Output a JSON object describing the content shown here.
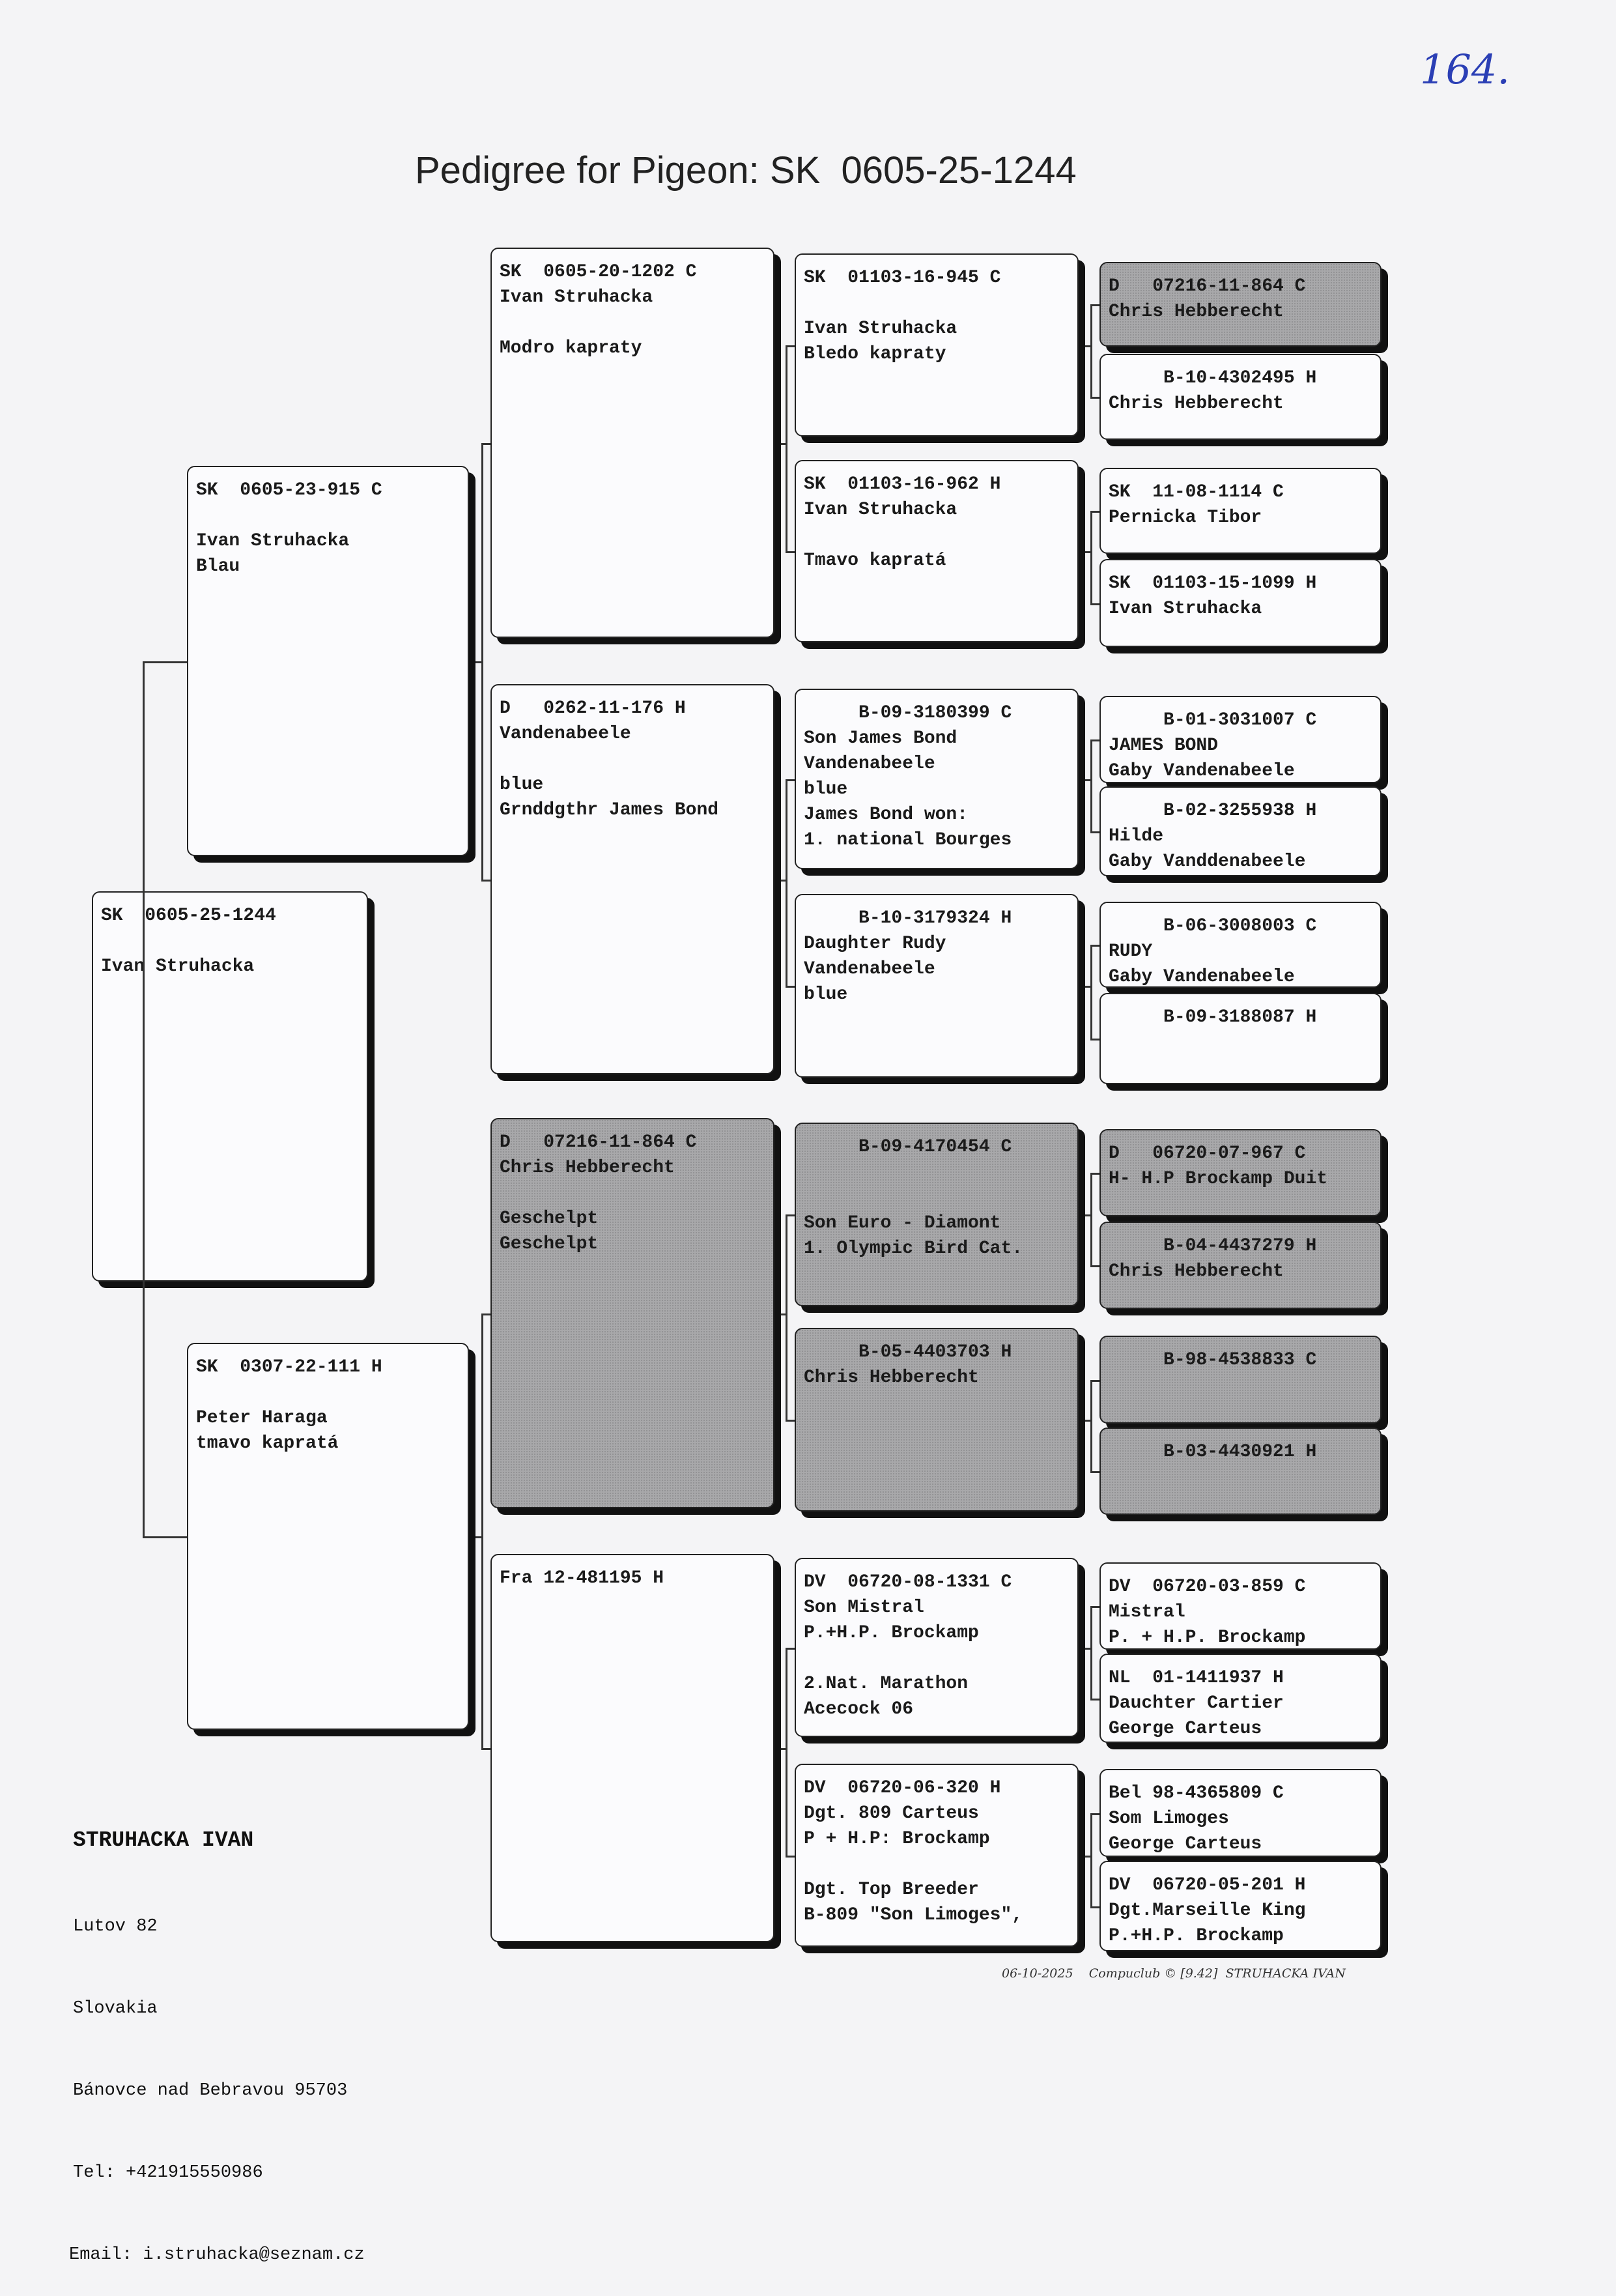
{
  "handwritten_number": "164.",
  "title": "Pedigree for Pigeon: SK  0605-25-1244",
  "generations": {
    "gen1": [
      {
        "lines": [
          "SK  0605-25-1244",
          "",
          "Ivan Struhacka"
        ],
        "shaded": false
      }
    ],
    "gen2": [
      {
        "lines": [
          "SK  0605-23-915 C",
          "",
          "Ivan Struhacka",
          "Blau"
        ],
        "shaded": false
      },
      {
        "lines": [
          "SK  0307-22-111 H",
          "",
          "Peter Haraga",
          "tmavo kapratá"
        ],
        "shaded": false
      }
    ],
    "gen3": [
      {
        "lines": [
          "SK  0605-20-1202 C",
          "Ivan Struhacka",
          "",
          "Modro kapraty"
        ],
        "shaded": false
      },
      {
        "lines": [
          "D   0262-11-176 H",
          "Vandenabeele",
          "",
          "blue",
          "Grnddgthr James Bond"
        ],
        "shaded": false
      },
      {
        "lines": [
          "D   07216-11-864 C",
          "Chris Hebberecht",
          "",
          "Geschelpt",
          "Geschelpt"
        ],
        "shaded": true
      },
      {
        "lines": [
          "Fra 12-481195 H"
        ],
        "shaded": false
      }
    ],
    "gen4": [
      {
        "lines": [
          "SK  01103-16-945 C",
          "",
          "Ivan Struhacka",
          "Bledo kapraty"
        ],
        "shaded": false
      },
      {
        "lines": [
          "SK  01103-16-962 H",
          "Ivan Struhacka",
          "",
          "Tmavo kapratá"
        ],
        "shaded": false
      },
      {
        "lines": [
          "     B-09-3180399 C",
          "Son James Bond",
          "Vandenabeele",
          "blue",
          "James Bond won:",
          "1. national Bourges"
        ],
        "shaded": false
      },
      {
        "lines": [
          "     B-10-3179324 H",
          "Daughter Rudy",
          "Vandenabeele",
          "blue"
        ],
        "shaded": false
      },
      {
        "lines": [
          "     B-09-4170454 C",
          "",
          "",
          "Son Euro - Diamont",
          "1. Olympic Bird Cat."
        ],
        "shaded": true
      },
      {
        "lines": [
          "     B-05-4403703 H",
          "Chris Hebberecht"
        ],
        "shaded": true
      },
      {
        "lines": [
          "DV  06720-08-1331 C",
          "Son Mistral",
          "P.+H.P. Brockamp",
          "",
          "2.Nat. Marathon",
          "Acecock 06"
        ],
        "shaded": false
      },
      {
        "lines": [
          "DV  06720-06-320 H",
          "Dgt. 809 Carteus",
          "P + H.P: Brockamp",
          "",
          "Dgt. Top Breeder",
          "B-809 \"Son Limoges\","
        ],
        "shaded": false
      }
    ],
    "gen5": [
      {
        "lines": [
          "D   07216-11-864 C",
          "Chris Hebberecht"
        ],
        "shaded": true
      },
      {
        "lines": [
          "     B-10-4302495 H",
          "Chris Hebberecht"
        ],
        "shaded": false
      },
      {
        "lines": [
          "SK  11-08-1114 C",
          "Pernicka Tibor"
        ],
        "shaded": false
      },
      {
        "lines": [
          "SK  01103-15-1099 H",
          "Ivan Struhacka"
        ],
        "shaded": false
      },
      {
        "lines": [
          "     B-01-3031007 C",
          "JAMES BOND",
          "Gaby Vandenabeele"
        ],
        "shaded": false
      },
      {
        "lines": [
          "     B-02-3255938 H",
          "Hilde",
          "Gaby Vanddenabeele"
        ],
        "shaded": false
      },
      {
        "lines": [
          "     B-06-3008003 C",
          "RUDY",
          "Gaby Vandenabeele"
        ],
        "shaded": false
      },
      {
        "lines": [
          "     B-09-3188087 H"
        ],
        "shaded": false
      },
      {
        "lines": [
          "D   06720-07-967 C",
          "H- H.P Brockamp Duit"
        ],
        "shaded": true
      },
      {
        "lines": [
          "     B-04-4437279 H",
          "Chris Hebberecht"
        ],
        "shaded": true
      },
      {
        "lines": [
          "     B-98-4538833 C"
        ],
        "shaded": true
      },
      {
        "lines": [
          "     B-03-4430921 H"
        ],
        "shaded": true
      },
      {
        "lines": [
          "DV  06720-03-859 C",
          "Mistral",
          "P. + H.P. Brockamp"
        ],
        "shaded": false
      },
      {
        "lines": [
          "NL  01-1411937 H",
          "Dauchter Cartier",
          "George Carteus"
        ],
        "shaded": false
      },
      {
        "lines": [
          "Bel 98-4365809 C",
          "Som Limoges",
          "George Carteus"
        ],
        "shaded": false
      },
      {
        "lines": [
          "DV  06720-05-201 H",
          "Dgt.Marseille King",
          "P.+H.P. Brockamp"
        ],
        "shaded": false
      }
    ]
  },
  "owner": {
    "name": "STRUHACKA IVAN",
    "street": "Lutov 82",
    "country": "Slovakia",
    "city": "Bánovce nad Bebravou 95703",
    "phone": "Tel: +421915550986",
    "email": "Email: i.struhacka@seznam.cz"
  },
  "footer": {
    "date": "06-10-2025",
    "software": "Compuclub © [9.42]",
    "owner": "STRUHACKA IVAN"
  }
}
